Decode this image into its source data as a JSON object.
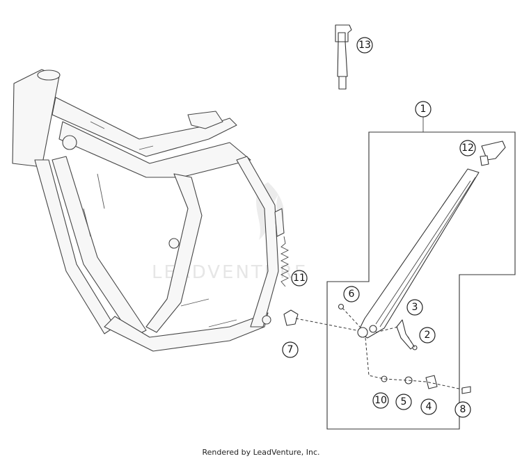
{
  "diagram": {
    "callouts": [
      {
        "id": "1",
        "label": "1"
      },
      {
        "id": "2",
        "label": "2"
      },
      {
        "id": "3",
        "label": "3"
      },
      {
        "id": "4",
        "label": "4"
      },
      {
        "id": "5",
        "label": "5"
      },
      {
        "id": "6",
        "label": "6"
      },
      {
        "id": "7",
        "label": "7"
      },
      {
        "id": "8",
        "label": "8"
      },
      {
        "id": "10",
        "label": "10"
      },
      {
        "id": "11",
        "label": "11"
      },
      {
        "id": "12",
        "label": "12"
      },
      {
        "id": "13",
        "label": "13"
      }
    ],
    "watermark": "LEADVENTURE",
    "footer_text": "Rendered by LeadVenture, Inc."
  }
}
